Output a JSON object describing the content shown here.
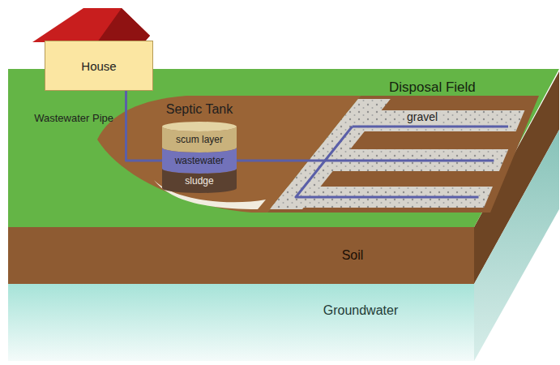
{
  "diagram": {
    "nodes": [
      {
        "text": [
          "House"
        ]
      },
      {
        "text": [
          "Septic Tank"
        ]
      },
      {
        "text": [
          "scum layer"
        ],
        "in": 1
      },
      {
        "text": [
          "wastewater"
        ],
        "in": 1
      },
      {
        "text": [
          "sludge"
        ],
        "in": 1
      },
      {
        "text": [
          "Disposal Field"
        ]
      },
      {
        "text": [
          "Soil"
        ]
      },
      {
        "text": [
          "Groundwater"
        ]
      }
    ],
    "edges": [
      {
        "from": 0,
        "to": 1,
        "arrow": "none"
      },
      {
        "from": 1,
        "to": 5,
        "arrow": "none"
      }
    ],
    "labels": [
      "Wastewater Pipe",
      "gravel"
    ]
  }
}
